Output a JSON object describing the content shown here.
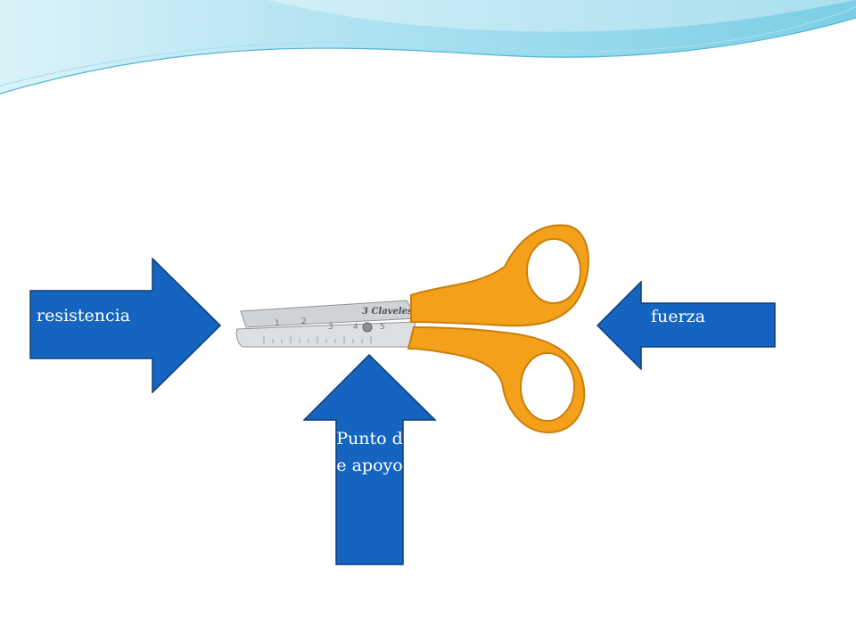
{
  "labels": {
    "resistencia": "resistencia",
    "fuerza": "fuerza",
    "punto_de_apoyo": "Punto de apoyo"
  },
  "scissors": {
    "brand_text": "3 Claveles",
    "ruler_marks": [
      "1",
      "2",
      "3",
      "4",
      "5"
    ]
  },
  "colors": {
    "arrow_fill": "#1565c0",
    "arrow_stroke": "#0d3c78",
    "handle_orange": "#f5a01a",
    "header_wave": "#7fd0e8"
  }
}
